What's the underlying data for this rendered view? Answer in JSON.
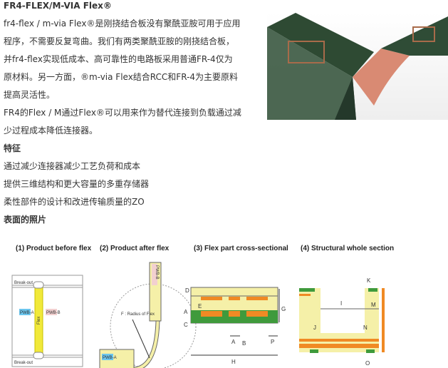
{
  "title": "FR4-FLEX/M-VIA Flex®",
  "intro_lines": [
    "fr4-flex / m-via Flex®是刚挠结合板没有聚酰亚胺可用于应用",
    "程序，不需要反复弯曲。我们有两类聚酰亚胺的刚挠结合板，",
    "并fr4-flex实现低成本、高可靠性的电路板采用普通FR-4仅为",
    "原材料。另一方面，®m-via Flex结合RCC和FR-4为主要原料",
    "提高灵活性。",
    "FR4的Flex / M通过Flex®可以用来作为替代连接到负载通过减",
    "少过程成本降低连接器。"
  ],
  "features_heading": "特征",
  "features": [
    "通过减少连接器减少工艺负荷和成本",
    "提供三维结构和更大容量的多重存储器",
    "柔性部件的设计和改进传输质量的ZO"
  ],
  "photos_heading": "表面的照片",
  "diagrams": {
    "d1": {
      "title": "(1) Product before flex",
      "break_out": "Break-out",
      "pwb_a": "PWB-A",
      "pwb_b": "PWB-B",
      "flex": "Flex"
    },
    "d2": {
      "title": "(2) Product after flex",
      "radius": "F : Radius of Flex",
      "pwb_a": "PWB-A",
      "pwb_b": "PWB-B"
    },
    "d3": {
      "title": "(3) Flex part cross-sectional",
      "letters": [
        "D",
        "E",
        "A",
        "C",
        "G",
        "A",
        "B",
        "P",
        "H"
      ]
    },
    "d4": {
      "title": "(4) Structural whole section",
      "letters": [
        "K",
        "I",
        "M",
        "J",
        "N",
        "O"
      ]
    }
  },
  "colors": {
    "yellow": "#f5f0a8",
    "orange": "#f08a24",
    "green": "#3f9a3c",
    "flex": "#f1e93a"
  }
}
